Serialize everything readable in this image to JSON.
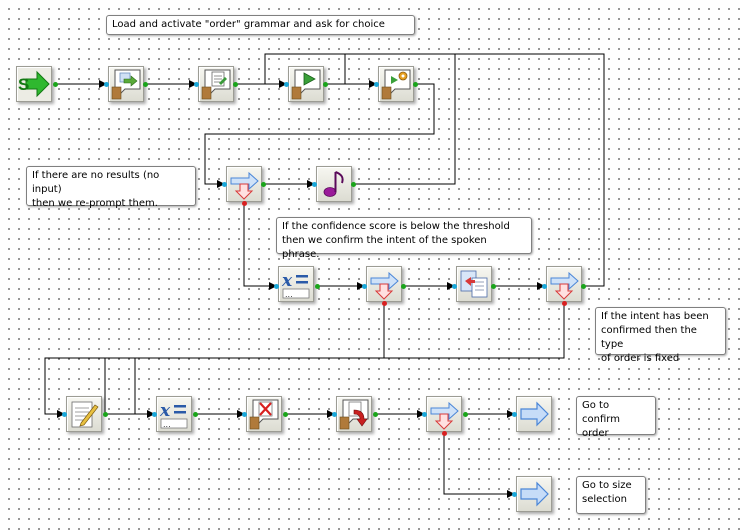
{
  "notes": {
    "load_grammar": "Load and activate \"order\" grammar and ask for choice",
    "no_results": "If there are no results (no input)\nthen we re-prompt them.",
    "confidence": "If the confidence score is below the threshold\nthen we confirm the intent of the spoken phrase.",
    "intent_confirmed": "If the intent has been\nconfirmed then the type\nof order is fixed",
    "goto_confirm": "Go to confirm\norder",
    "goto_size": "Go to size\nselection"
  },
  "icons": {
    "start": "start-icon",
    "grammar_prompt": "speech-bubble-arrow-icon",
    "activate_grammar": "speech-bubble-document-icon",
    "play_prompt": "speech-bubble-play-icon",
    "recognize": "speech-bubble-gear-icon",
    "branch": "branch-arrow-icon",
    "audio": "music-note-icon",
    "variable": "variable-assign-icon",
    "transfer": "document-transfer-icon",
    "edit": "notepad-pencil-icon",
    "clear": "speech-bubble-delete-icon",
    "redirect": "speech-bubble-redirect-icon",
    "goto": "goto-arrow-icon"
  },
  "colors": {
    "wire": "#000000",
    "input_port": "#1aa7d8",
    "output_port": "#1aa51a",
    "error_port": "#d82020",
    "start_green": "#2fb82f",
    "arrow_blue": "#4a86d8",
    "audio_purple": "#9a1a9a"
  }
}
